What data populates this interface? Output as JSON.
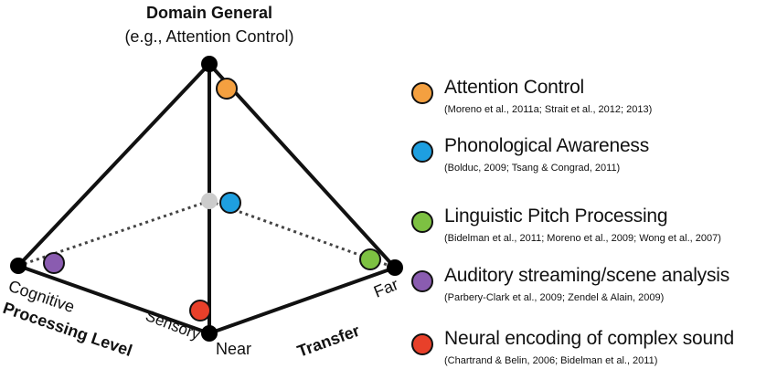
{
  "diagram": {
    "apex_title": "Domain General",
    "apex_subtitle": "(e.g., Attention Control)",
    "vertex_labels": {
      "cognitive": "Cognitive",
      "sensory": "Sensory",
      "near": "Near",
      "far": "Far"
    },
    "axis_labels": {
      "processing_level": "Processing Level",
      "transfer": "Transfer"
    }
  },
  "legend": [
    {
      "label": "Attention Control",
      "citation": "(Moreno et al., 2011a; Strait et al., 2012; 2013)",
      "color": "#F4A040"
    },
    {
      "label": "Phonological Awareness",
      "citation": "(Bolduc, 2009; Tsang & Congrad, 2011)",
      "color": "#1E9FE0"
    },
    {
      "label": "Linguistic Pitch Processing",
      "citation": "(Bidelman et al., 2011; Moreno et al., 2009; Wong et al., 2007)",
      "color": "#7DC142"
    },
    {
      "label": "Auditory streaming/scene analysis",
      "citation": "(Parbery-Clark et al., 2009; Zendel & Alain, 2009)",
      "color": "#8A5CB0"
    },
    {
      "label": "Neural encoding of complex sound",
      "citation": "(Chartrand & Belin, 2006; Bidelman et al., 2011)",
      "color": "#E8402A"
    }
  ],
  "colors": {
    "vertex": "#000000",
    "hidden_vertex": "#CCCCCC",
    "edge": "#111111",
    "dotted_edge": "#444444"
  }
}
